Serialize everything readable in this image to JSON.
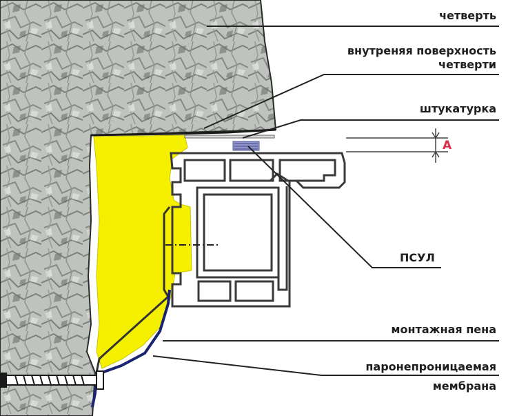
{
  "diagram": {
    "callouts": {
      "chetvert": "четверть",
      "inner_surface_line1": "внутреняя поверхность",
      "inner_surface_line2": "четверти",
      "plaster": "штукатурка",
      "psul": "ПСУЛ",
      "foam": "монтажная пена",
      "membrane_line1": "паронепроницаемая",
      "membrane_line2": "мембрана"
    },
    "dimension_label": "А",
    "colors": {
      "foam": "#f5f000",
      "stone_base": "#b9bdb8",
      "stone_dark": "#6f746f",
      "profile": "#3a3a3a",
      "membrane": "#1b2470",
      "dimension": "#d8304a",
      "psul": "#8f93c9"
    }
  }
}
